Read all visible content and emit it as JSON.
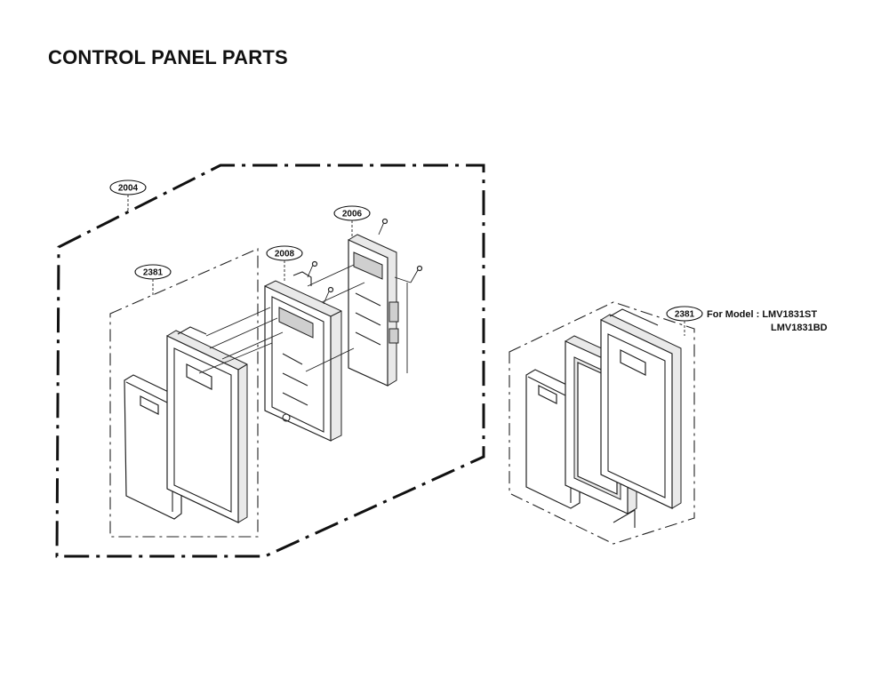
{
  "title": "CONTROL PANEL PARTS",
  "callouts": {
    "c2004": "2004",
    "c2381_left": "2381",
    "c2008": "2008",
    "c2006": "2006",
    "c2381_right": "2381"
  },
  "model_note": {
    "line1": "For Model : LMV1831ST",
    "line2": "LMV1831BD"
  }
}
